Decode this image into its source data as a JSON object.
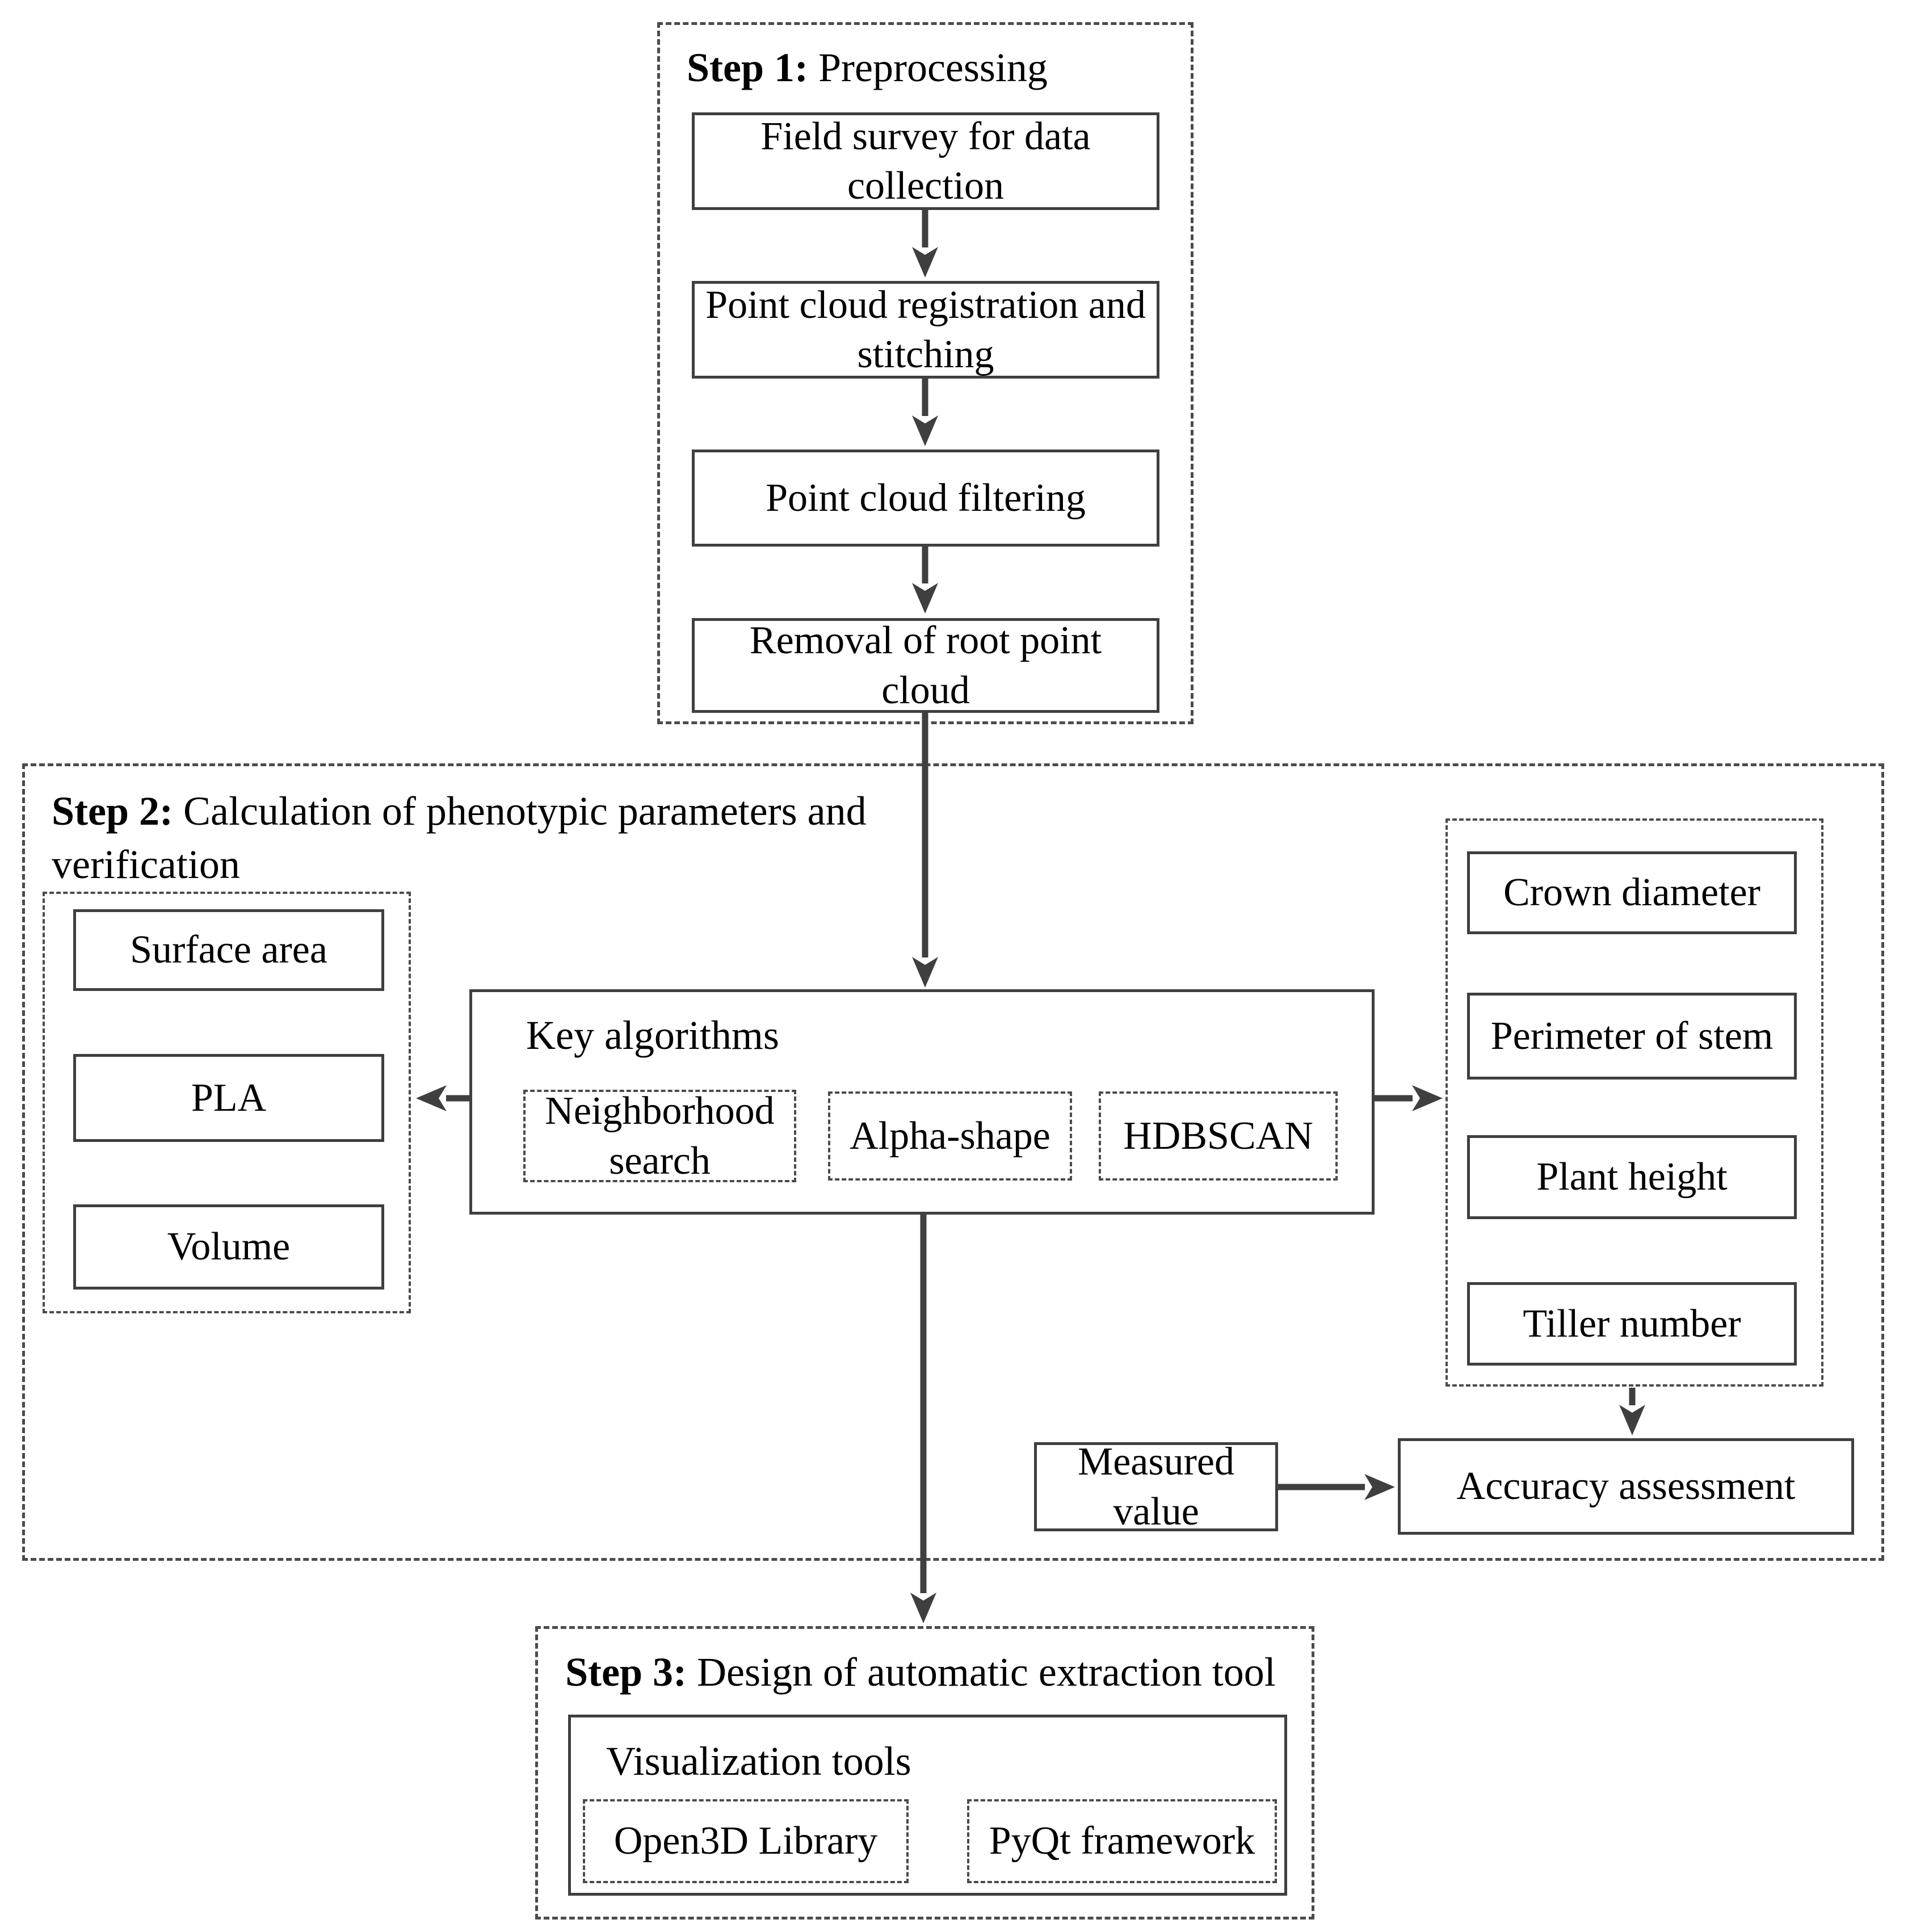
{
  "step1": {
    "label": "Step 1:",
    "title": "Preprocessing",
    "box_field_survey": "Field survey for data collection",
    "box_registration": "Point cloud registration and stitching",
    "box_filtering": "Point cloud filtering",
    "box_removal": "Removal of root point cloud"
  },
  "step2": {
    "label": "Step 2:",
    "title": "Calculation of phenotypic parameters and verification",
    "left_group": [
      "Surface area",
      "PLA",
      "Volume"
    ],
    "key_algorithms": {
      "title": "Key algorithms",
      "items": [
        "Neighborhood search",
        "Alpha-shape",
        "HDBSCAN"
      ]
    },
    "right_group": [
      "Crown diameter",
      "Perimeter of stem",
      "Plant height",
      "Tiller number"
    ],
    "measured_value": "Measured value",
    "accuracy": "Accuracy assessment"
  },
  "step3": {
    "label": "Step 3:",
    "title": "Design of automatic extraction tool",
    "viz_title": "Visualization tools",
    "items": [
      "Open3D Library",
      "PyQt framework"
    ]
  },
  "colors": {
    "line": "#3f3f3f",
    "dash": "#4b4b4b",
    "text": "#000000",
    "background": "#ffffff"
  }
}
